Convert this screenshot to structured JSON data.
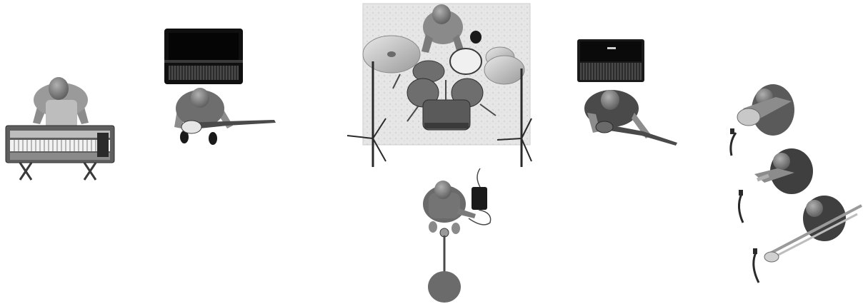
{
  "diagram": {
    "kind": "stage plot",
    "view": "top-down",
    "colors": {
      "background": "#ffffff",
      "skin": "#8c8c8c",
      "shirt_light": "#9a9a9a",
      "shirt_dark": "#3f3f3f",
      "amp": "#101010",
      "riser": "#e4e4e4",
      "drum": "#6e6e6e",
      "cymbal": "#c8c8c8",
      "stand": "#2a2a2a",
      "mic_base": "#6b6b6b"
    },
    "elements": [
      {
        "name": "keyboardist",
        "icon": "keyboard-player-icon"
      },
      {
        "name": "keyboard",
        "icon": "keyboard-icon"
      },
      {
        "name": "guitar-amp-left",
        "icon": "amp-icon"
      },
      {
        "name": "guitarist-left",
        "icon": "guitar-player-icon"
      },
      {
        "name": "drum-riser",
        "icon": "riser-icon"
      },
      {
        "name": "drummer",
        "icon": "drummer-icon"
      },
      {
        "name": "drum-kit",
        "icon": "drum-kit-icon"
      },
      {
        "name": "overhead-stand-left",
        "icon": "mic-stand-icon"
      },
      {
        "name": "overhead-stand-right",
        "icon": "mic-stand-icon"
      },
      {
        "name": "lead-vocalist",
        "icon": "vocalist-icon"
      },
      {
        "name": "wireless-pack",
        "icon": "wireless-pack-icon"
      },
      {
        "name": "vocal-mic-stand",
        "icon": "mic-stand-round-base-icon"
      },
      {
        "name": "bass-amp",
        "icon": "amp-icon"
      },
      {
        "name": "bassist",
        "icon": "bass-player-icon"
      },
      {
        "name": "saxophonist",
        "icon": "sax-player-icon"
      },
      {
        "name": "trumpeter",
        "icon": "trumpet-player-icon"
      },
      {
        "name": "trombonist",
        "icon": "trombone-player-icon"
      }
    ]
  }
}
